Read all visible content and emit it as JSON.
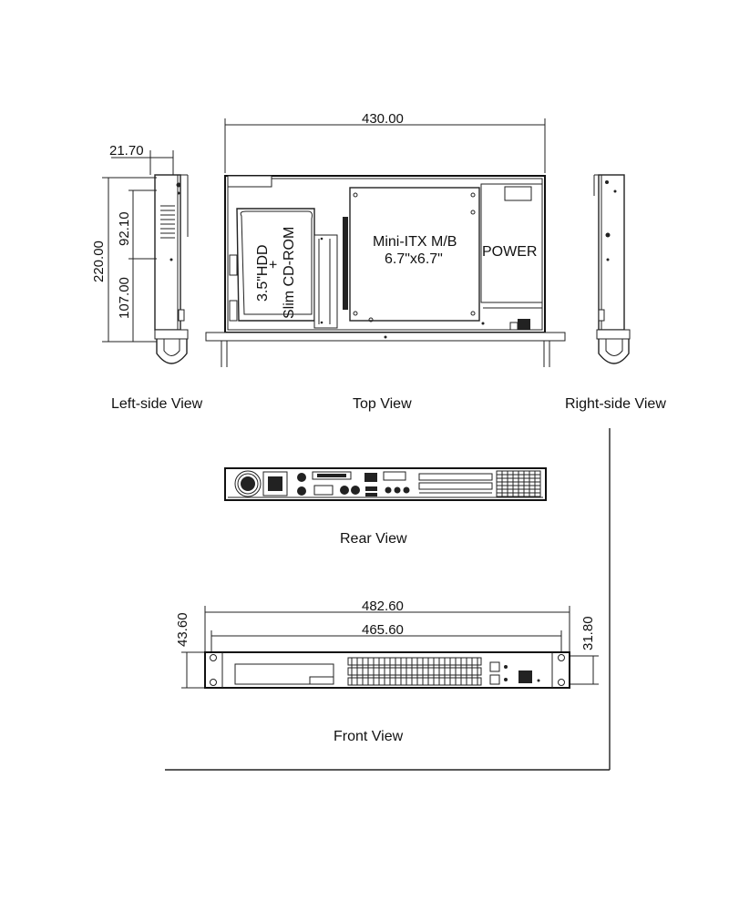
{
  "views": {
    "left_side": {
      "caption": "Left-side View"
    },
    "top": {
      "caption": "Top View"
    },
    "right_side": {
      "caption": "Right-side View"
    },
    "rear": {
      "caption": "Rear View"
    },
    "front": {
      "caption": "Front View"
    }
  },
  "dimensions": {
    "overall_depth": "430.00",
    "side_offset": "21.70",
    "side_height": "220.00",
    "side_upper": "92.10",
    "side_lower": "107.00",
    "front_width": "482.60",
    "front_inner_width": "465.60",
    "front_height": "43.60",
    "front_inner_height": "31.80"
  },
  "components": {
    "hdd_line1": "3.5\"HDD",
    "hdd_line2": "+",
    "hdd_line3": "Slim CD-ROM",
    "mb_line1": "Mini-ITX M/B",
    "mb_line2": "6.7\"x6.7\"",
    "power": "POWER"
  }
}
